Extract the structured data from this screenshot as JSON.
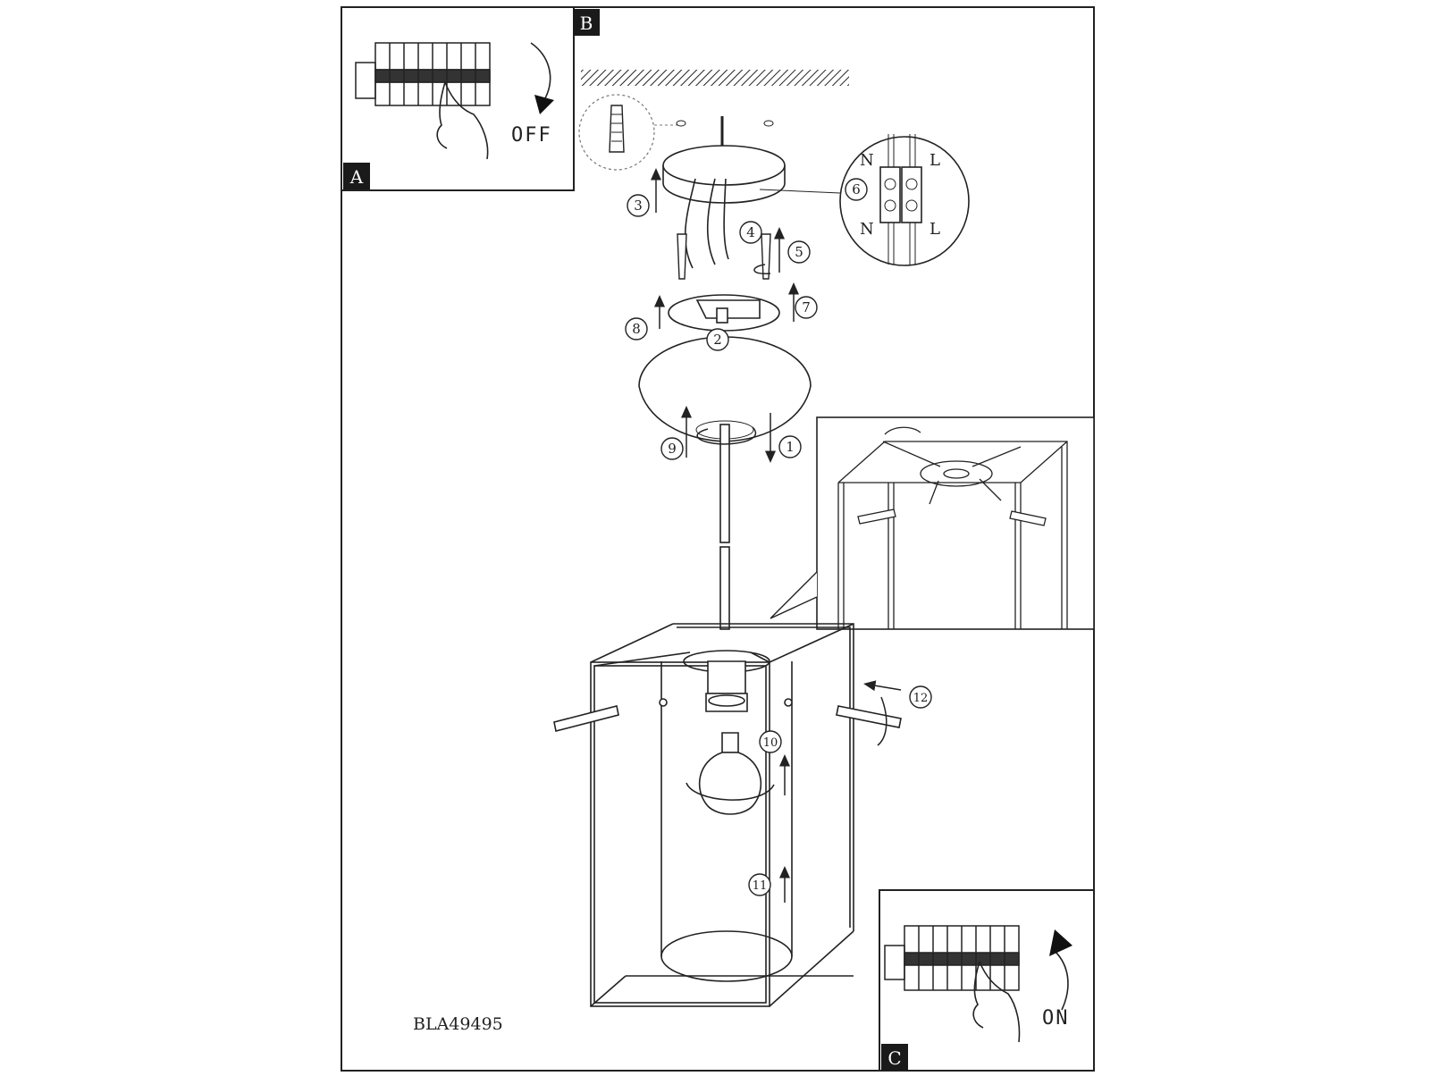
{
  "panels": {
    "a": {
      "badge": "A",
      "switch_text": "OFF"
    },
    "b": {
      "badge": "B"
    },
    "c": {
      "badge": "C",
      "switch_text": "ON"
    }
  },
  "steps": [
    "1",
    "2",
    "3",
    "4",
    "5",
    "6",
    "7",
    "8",
    "9",
    "10",
    "11",
    "12"
  ],
  "terminal_labels": {
    "top_left": "N",
    "top_right": "L",
    "bottom_left": "N",
    "bottom_right": "L"
  },
  "model_code": "BLA49495",
  "colors": {
    "line": "#222222",
    "badge_bg": "#1a1a1a",
    "badge_text": "#ffffff"
  }
}
